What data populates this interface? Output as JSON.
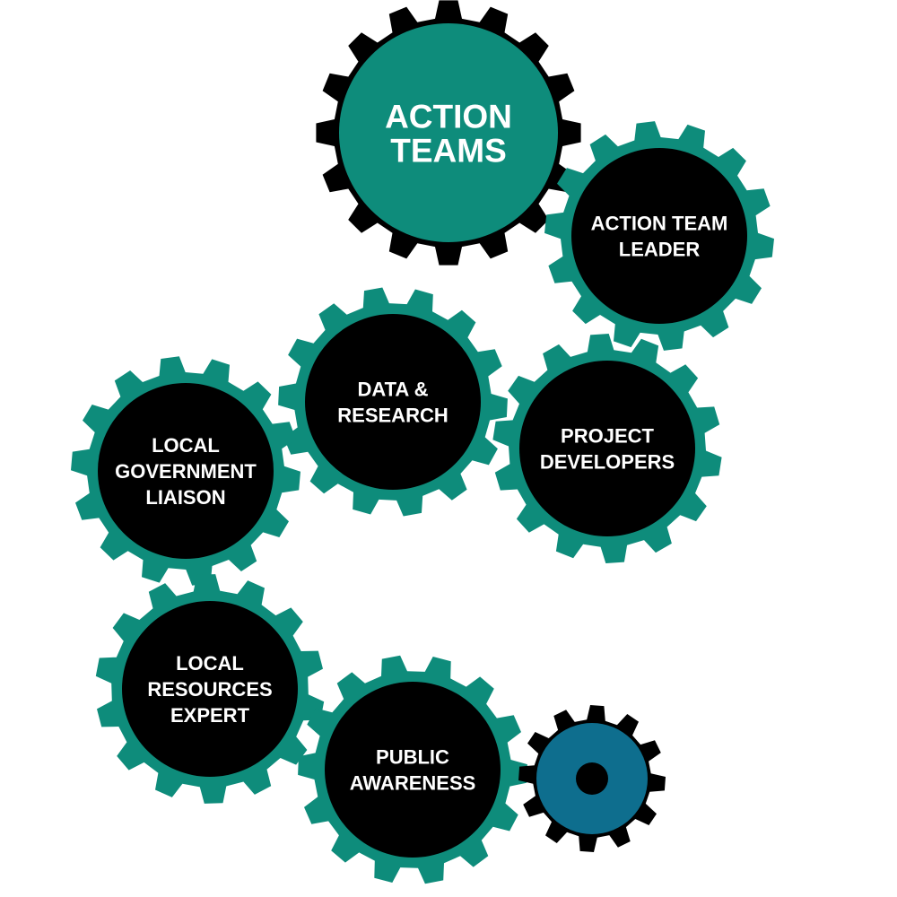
{
  "colors": {
    "teal": "#0e8c7b",
    "black": "#000000",
    "blue": "#0e6e8e",
    "text": "#ffffff"
  },
  "gears": [
    {
      "id": "action-teams",
      "lines": [
        "ACTION",
        "TEAMS"
      ]
    },
    {
      "id": "action-team-leader",
      "lines": [
        "ACTION TEAM",
        "LEADER"
      ]
    },
    {
      "id": "data-research",
      "lines": [
        "DATA &",
        "RESEARCH"
      ]
    },
    {
      "id": "project-developers",
      "lines": [
        "PROJECT",
        "DEVELOPERS"
      ]
    },
    {
      "id": "local-government-liaison",
      "lines": [
        "LOCAL",
        "GOVERNMENT",
        "LIAISON"
      ]
    },
    {
      "id": "local-resources-expert",
      "lines": [
        "LOCAL",
        "RESOURCES",
        "EXPERT"
      ]
    },
    {
      "id": "public-awareness",
      "lines": [
        "PUBLIC",
        "AWARENESS"
      ]
    }
  ]
}
